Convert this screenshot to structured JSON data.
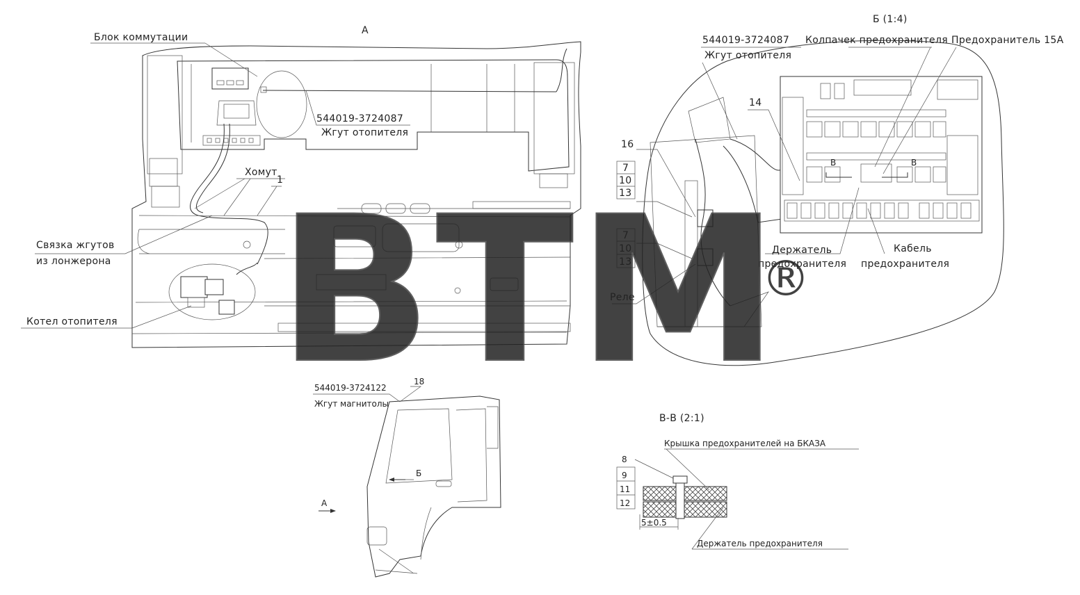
{
  "views": {
    "view_a": "А",
    "view_b": "Б (1:4)",
    "section_vv": "В-В (2:1)"
  },
  "labels": {
    "switch_block": "Блок коммутации",
    "heater_harness_code": "544019-3724087",
    "heater_harness": "Жгут отопителя",
    "clamp": "Хомут",
    "pos_1": "1",
    "harness_bundle_1": "Связка жгутов",
    "harness_bundle_2": "из лонжерона",
    "heater_boiler": "Котел отопителя",
    "b_harness_code": "544019-3724087",
    "b_harness": "Жгут отопителя",
    "fuse_cap": "Колпачек предохранителя",
    "fuse_15a": "Предохранитель 15А",
    "pos_14": "14",
    "pos_16": "16",
    "pos_7a": "7",
    "pos_10a": "10",
    "pos_13a": "13",
    "pos_7b": "7",
    "pos_10b": "10",
    "pos_13b": "13",
    "relay": "Реле",
    "fuse_holder_1": "Держатель",
    "fuse_holder_2": "предохранителя",
    "fuse_cable_1": "Кабель",
    "fuse_cable_2": "предохранителя",
    "radio_harness_code": "544019-3724122",
    "radio_harness": "Жгут магнитолы",
    "pos_18": "18",
    "arrow_a": "А",
    "arrow_b": "Б",
    "fuse_cover": "Крышка предохранителей на БКАЗА",
    "pos_8": "8",
    "pos_9": "9",
    "pos_11": "11",
    "pos_12": "12",
    "dim": "5±0.5",
    "fuse_holder_full": "Держатель предохранителя",
    "marker_v1": "В",
    "marker_v2": "В"
  },
  "watermark": {
    "text": "BTM",
    "reg": "®"
  }
}
